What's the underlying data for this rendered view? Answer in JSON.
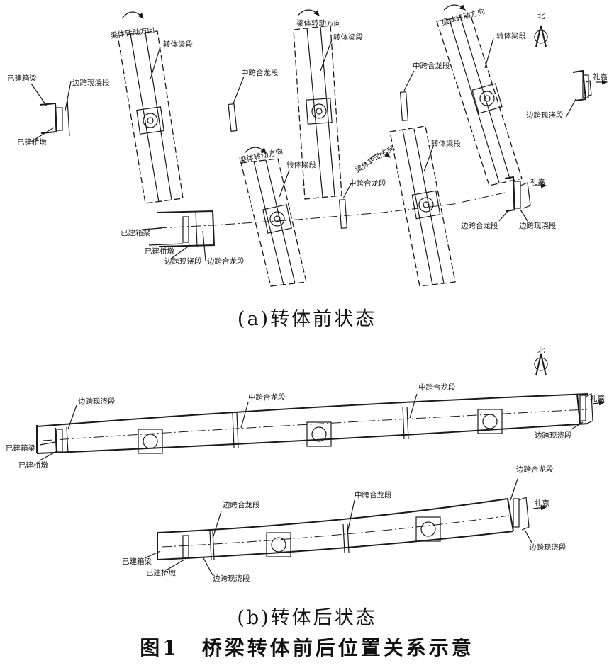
{
  "labels": {
    "built_box_girder": "已建箱梁",
    "built_pier": "已建桥墩",
    "side_span_cast": "边跨现浇段",
    "side_span_closure": "边跨合龙段",
    "mid_span_closure": "中跨合龙段",
    "rotating_girder": "转体梁段",
    "rotation_direction": "梁体转动方向",
    "north": "北",
    "destination": "礼嘉"
  },
  "captions": {
    "a": "(a)转体前状态",
    "b": "(b)转体后状态",
    "figure": "图1　桥梁转体前后位置关系示意"
  }
}
